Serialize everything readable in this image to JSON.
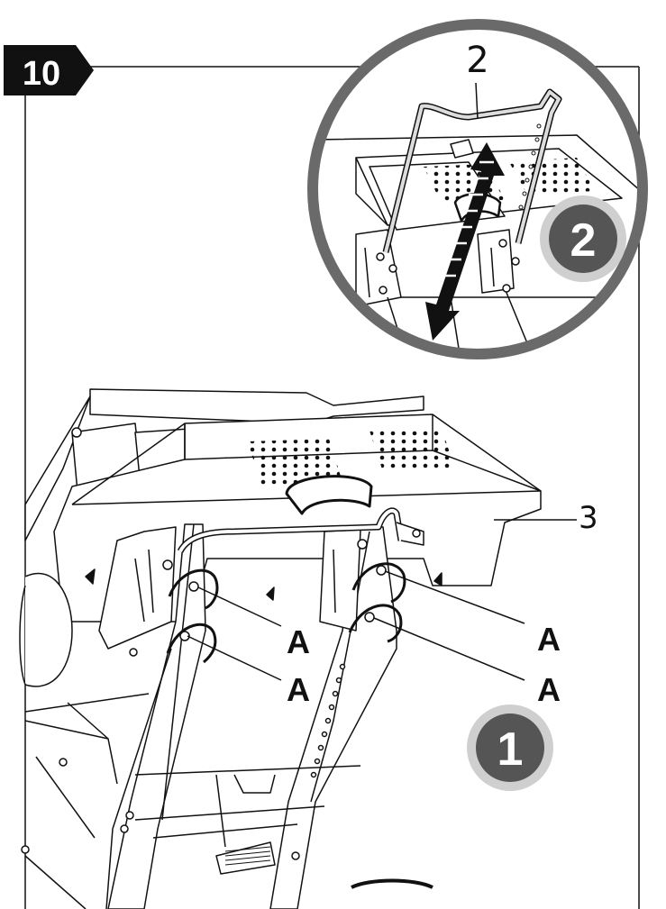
{
  "figure": {
    "step_number": "10",
    "detail_callout": "2",
    "part_labels": {
      "handle": "2",
      "motor_cover": "3"
    },
    "bolt_labels": [
      "A",
      "A",
      "A",
      "A"
    ],
    "sequence_badges": {
      "first": "1",
      "second": "2"
    },
    "colors": {
      "ink": "#111111",
      "frame": "#6a6a6a",
      "badge": "#555555",
      "badge_ring": "#cfcfcf",
      "panel": "#ffffff"
    },
    "icons": [
      "motion-arrow-icon",
      "rotate-arrow-icon"
    ]
  }
}
